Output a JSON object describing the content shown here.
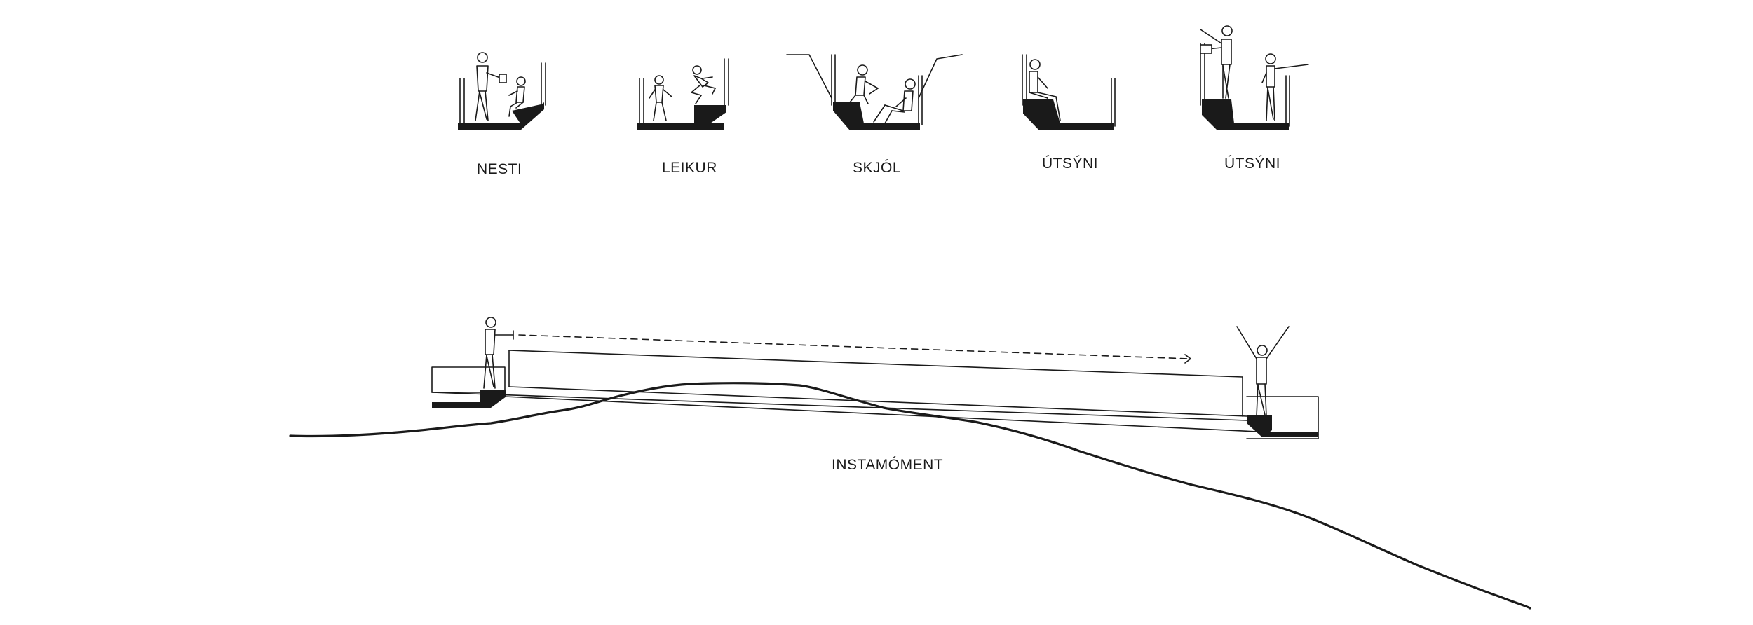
{
  "vignettes": [
    {
      "label": "NESTI"
    },
    {
      "label": "LEIKUR"
    },
    {
      "label": "SKJÓL"
    },
    {
      "label": "ÚTSÝNI"
    },
    {
      "label": "ÚTSÝNI"
    }
  ],
  "section": {
    "label": "INSTAMÓMENT"
  }
}
